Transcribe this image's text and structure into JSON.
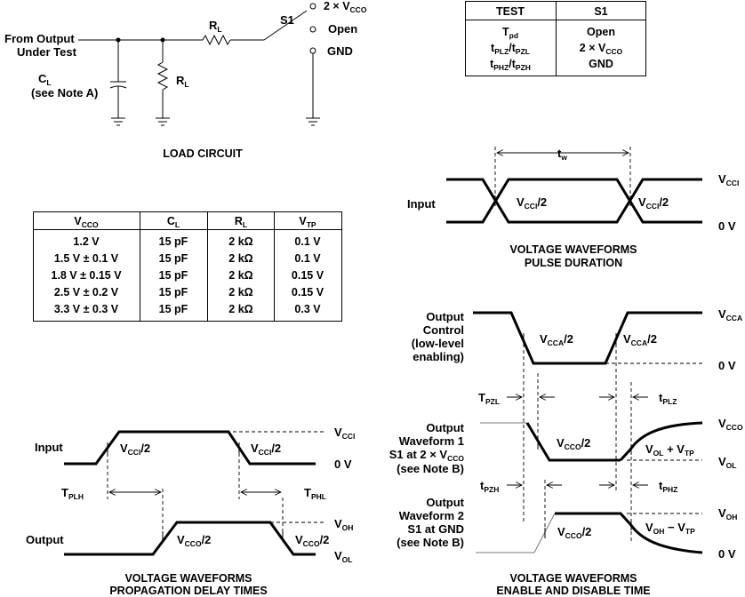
{
  "load_circuit": {
    "from_output": "From Output",
    "under_test": "Under Test",
    "cl": "C",
    "cl_sub": "L",
    "see_note_a": "(see Note A)",
    "rl_series": "R",
    "rl_series_sub": "L",
    "rl_shunt": "R",
    "rl_shunt_sub": "L",
    "s1": "S1",
    "switch_2vcco_prefix": "2 × V",
    "switch_2vcco_sub": "CCO",
    "switch_open": "Open",
    "switch_gnd": "GND",
    "caption": "LOAD CIRCUIT"
  },
  "test_table": {
    "headers": [
      "TEST",
      "S1"
    ],
    "rows": [
      {
        "test": "T",
        "test_sub": "pd",
        "s1": "Open"
      },
      {
        "test": "t",
        "test_sub": "PLZ",
        "test_mid": "/t",
        "test_sub2": "PZL",
        "s1_prefix": "2 × V",
        "s1_sub": "CCO"
      },
      {
        "test": "t",
        "test_sub": "PHZ",
        "test_mid": "/t",
        "test_sub2": "PZH",
        "s1": "GND"
      }
    ]
  },
  "vcco_table": {
    "headers": [
      {
        "main": "V",
        "sub": "CCO"
      },
      {
        "main": "C",
        "sub": "L"
      },
      {
        "main": "R",
        "sub": "L"
      },
      {
        "main": "V",
        "sub": "TP"
      }
    ],
    "rows": [
      [
        "1.2 V",
        "15 pF",
        "2 kΩ",
        "0.1 V"
      ],
      [
        "1.5 V ± 0.1 V",
        "15 pF",
        "2 kΩ",
        "0.1 V"
      ],
      [
        "1.8 V ± 0.15 V",
        "15 pF",
        "2 kΩ",
        "0.15 V"
      ],
      [
        "2.5 V ± 0.2 V",
        "15 pF",
        "2 kΩ",
        "0.15 V"
      ],
      [
        "3.3 V ± 0.3 V",
        "15 pF",
        "2 kΩ",
        "0.3 V"
      ]
    ]
  },
  "pulse_duration": {
    "tw": "t",
    "tw_sub": "w",
    "input": "Input",
    "vcci_half_1": "V",
    "vcci_half_1_sub": "CCI",
    "vcci_half_1_suffix": "/2",
    "vcci_half_2": "V",
    "vcci_half_2_sub": "CCI",
    "vcci_half_2_suffix": "/2",
    "right_top": "V",
    "right_top_sub": "CCI",
    "right_bottom": "0 V",
    "caption_1": "VOLTAGE WAVEFORMS",
    "caption_2": "PULSE DURATION"
  },
  "propagation_delay": {
    "input": "Input",
    "output": "Output",
    "in_half_1": "V",
    "in_half_1_sub": "CCI",
    "in_half_1_suffix": "/2",
    "in_half_2": "V",
    "in_half_2_sub": "CCI",
    "in_half_2_suffix": "/2",
    "out_half_1": "V",
    "out_half_1_sub": "CCO",
    "out_half_1_suffix": "/2",
    "out_half_2": "V",
    "out_half_2_sub": "CCO",
    "out_half_2_suffix": "/2",
    "r_vcci": "V",
    "r_vcci_sub": "CCI",
    "r_0v": "0 V",
    "r_voh": "V",
    "r_voh_sub": "OH",
    "r_vol": "V",
    "r_vol_sub": "OL",
    "tplh": "T",
    "tplh_sub": "PLH",
    "tphl": "T",
    "tphl_sub": "PHL",
    "caption_1": "VOLTAGE WAVEFORMS",
    "caption_2": "PROPAGATION DELAY TIMES"
  },
  "enable_disable": {
    "oc_1": "Output",
    "oc_2": "Control",
    "oc_3": "(low-level",
    "oc_4": "enabling)",
    "oc_half_1": "V",
    "oc_half_1_sub": "CCA",
    "oc_half_1_suffix": "/2",
    "oc_half_2": "V",
    "oc_half_2_sub": "CCA",
    "oc_half_2_suffix": "/2",
    "r_vcca": "V",
    "r_vcca_sub": "CCA",
    "r_0v_1": "0 V",
    "tpzl": "T",
    "tpzl_sub": "PZL",
    "tplz": "t",
    "tplz_sub": "PLZ",
    "w1_1": "Output",
    "w1_2": "Waveform 1",
    "w1_3": "S1 at 2 × V",
    "w1_3_sub": "CCO",
    "w1_4": "(see Note B)",
    "w1_half": "V",
    "w1_half_sub": "CCO",
    "w1_half_suffix": "/2",
    "w1_vol_vtp": "V",
    "w1_vol_vtp_sub": "OL",
    "w1_vol_vtp_suffix": " + V",
    "w1_vol_vtp_sub2": "TP",
    "r_vcco": "V",
    "r_vcco_sub": "CCO",
    "r_vol": "V",
    "r_vol_sub": "OL",
    "tpzh": "t",
    "tpzh_sub": "PZH",
    "tphz": "t",
    "tphz_sub": "PHZ",
    "w2_1": "Output",
    "w2_2": "Waveform 2",
    "w2_3": "S1 at GND",
    "w2_4": "(see Note B)",
    "w2_half": "V",
    "w2_half_sub": "CCO",
    "w2_half_suffix": "/2",
    "w2_voh_vtp": "V",
    "w2_voh_vtp_sub": "OH",
    "w2_voh_vtp_suffix": " − V",
    "w2_voh_vtp_sub2": "TP",
    "r_voh": "V",
    "r_voh_sub": "OH",
    "r_0v_2": "0 V",
    "caption_1": "VOLTAGE WAVEFORMS",
    "caption_2": "ENABLE AND DISABLE TIME"
  }
}
